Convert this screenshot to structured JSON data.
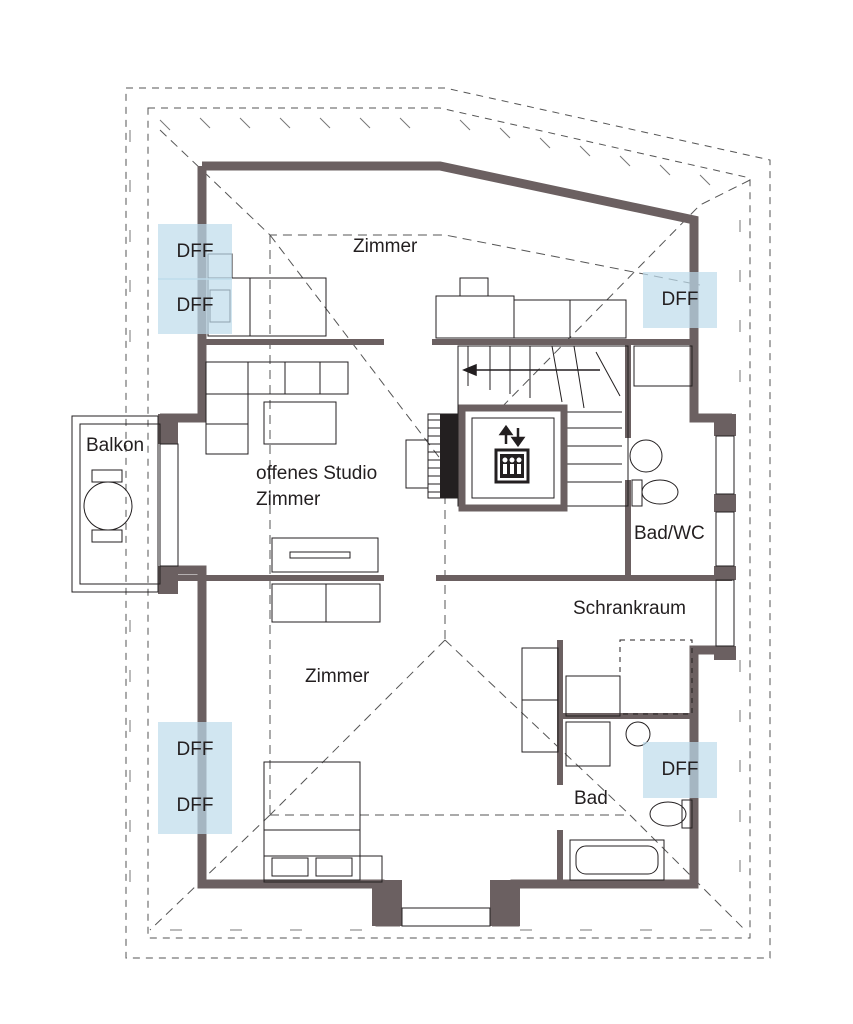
{
  "colors": {
    "wall": "#6b6061",
    "line": "#231f20",
    "dash": "#555555",
    "window_highlight": "#cfe4ee"
  },
  "rooms": {
    "zimmer_top": "Zimmer",
    "studio_line1": "offenes Studio",
    "studio_line2": "Zimmer",
    "balkon": "Balkon",
    "bad_wc": "Bad/WC",
    "schrankraum": "Schrankraum",
    "zimmer_bottom": "Zimmer",
    "bad": "Bad"
  },
  "windows": {
    "label": "DFF"
  },
  "icons": [
    "elevator-icon",
    "up-down-arrows-icon",
    "stair-direction-arrow-icon",
    "piano-icon"
  ]
}
